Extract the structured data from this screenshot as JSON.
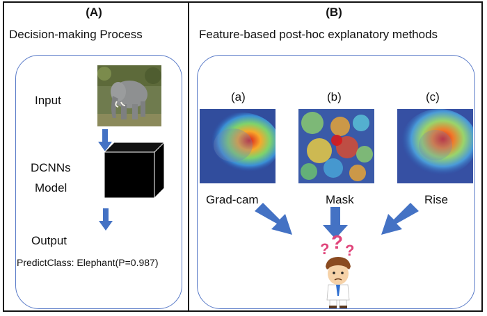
{
  "panel_a": {
    "header": "(A)",
    "title": "Decision-making Process",
    "input_label": "Input",
    "model_label_1": "DCNNs",
    "model_label_2": "Model",
    "output_label": "Output",
    "prediction": "PredictClass: Elephant(P=0.987)"
  },
  "panel_b": {
    "header": "(B)",
    "title": "Feature-based post-hoc explanatory methods",
    "methods": [
      {
        "tag": "(a)",
        "name": "Grad-cam"
      },
      {
        "tag": "(b)",
        "name": "Mask"
      },
      {
        "tag": "(c)",
        "name": "Rise"
      }
    ]
  },
  "colors": {
    "arrow_blue": "#4472c4",
    "panel_border": "#5a7bc8",
    "question_mark": "#e0457b"
  }
}
